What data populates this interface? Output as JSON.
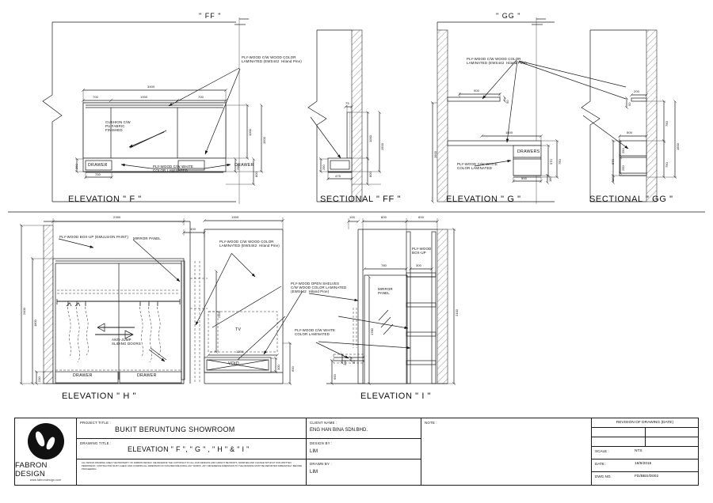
{
  "sheet": {
    "section_markers": {
      "ff": "\" FF \"",
      "gg": "\" GG \""
    },
    "view_titles": {
      "elev_f": "ELEVATION \" F \"",
      "sect_ff": "SECTIONAL \" FF \"",
      "elev_g": "ELEVATION \" G \"",
      "sect_gg": "SECTIONAL \" GG \"",
      "elev_h": "ELEVATION \" H \"",
      "elev_i": "ELEVATION \" I \""
    }
  },
  "annotations": {
    "plywood_wood_color": "PLY-WOOD C/W WOOD COLOR\nLAMINATED (EWS442  Hiland Pine)",
    "plywood_white": "PLY-WOOD C/W WHITE\nCOLOR LAMINATED",
    "cushion": "CUSHION C/W\nPU FABRIC\nFINISHED",
    "plywood_boxup_emulsion": "PLY-WOOD BOX-UP (EMULSION PAINT)",
    "mirror_panel_label": "MIRROR PANEL",
    "anti_jump": "ANTI-JUMP\nSLIDING DOORS",
    "open_shelves": "PLY-WOOD OPEN SHELVES\nC/W WOOD COLOR LAMINATED\n(EWS442  Hiland Pine)",
    "plywood_boxup": "PLY-WOOD\nBOX-UP"
  },
  "labels": {
    "drawer": "DRAWER",
    "drawers": "DRAWERS",
    "tv": "TV",
    "void": "VOID",
    "mirror_panel": "MIRROR\nPANEL"
  },
  "dimensions": {
    "elev_f": {
      "total_width": "3400",
      "left_bay": "700",
      "mid_bay": "1900",
      "right_bay": "700",
      "drawer_width": "750",
      "seat_height": "1000",
      "overall_height": "1500",
      "drawer_height": "290",
      "base_height": "800"
    },
    "sect_ff": {
      "panel_thickness": "75",
      "panel_height": "1000",
      "overall_height": "1500",
      "drawer_height": "290",
      "base_height": "800",
      "drawer_depth": "475"
    },
    "elev_g": {
      "shelf_width": "900",
      "shelf_thickness": "50",
      "counter_width": "1800",
      "wall_height": "1500",
      "drawers_height": "570",
      "counter_height": "750",
      "drawer_width": "500",
      "plinth": "180"
    },
    "sect_gg": {
      "shelf_depth": "200",
      "shelf_thickness": "50",
      "counter_height": "750",
      "drawer_depth": "500",
      "drawers_height": "570",
      "drawer_1": "250",
      "drawer_2": "250",
      "plinth": "180",
      "lower_height": "750",
      "overall_height": "1500"
    },
    "elev_h": {
      "wardrobe_width": "2390",
      "overall_height": "2400",
      "hanging_height": "1800",
      "drawer_height": "230",
      "gap": "400"
    },
    "elev_tv": {
      "tv_bay_width": "1900",
      "side_gap": "400",
      "bay_height": "2100",
      "tv_width": "1200",
      "void_height": "300",
      "base_height": "600"
    },
    "elev_i": {
      "d1": "100",
      "d2": "800",
      "d3": "600",
      "mirror_width": "780",
      "shelf_depth": "300",
      "mirror_height": "1780",
      "overall_height": "2100",
      "low_height": "300",
      "low_thickness": "50",
      "base_height": "600"
    }
  },
  "title_block": {
    "logo": {
      "name": "FABRON DESIGN",
      "url": "www.fabrondesign.com"
    },
    "project_title_key": "PROJECT TITLE :",
    "project_title_value": "BUKIT BERUNTUNG SHOWROOM",
    "drawing_title_key": "DRAWING TITLE :",
    "drawing_title_value": "ELEVATION  \" F \",  \" G \" , \" H \" & \" I \"",
    "disclaimer": "ALL DESIGN DRAWING AREA THE PROPERTY OF FABRON DESIGN. WE RESERVE THE COPYRIGHT TO ALL OUR\nDESIGNS AND CANNOT BE PRINTS, MODIFIED AND CHANGE WITHOUT OUR WRITTEN PERMISSION.\nCONTRACTOR MUST CHECK AND CONFIRM ALL DIMENSION ON SITE BEFORE DOING ANY WORKS.\nANY DIFFERENCE DIMENSION TO THE DRAWING MUST BE REPORTED IMMEDIATELY BEFORE PROCEEDING.",
    "client_name_key": "CLIENT NAME :",
    "client_name_value": "ENG HAN BINA SDN.BHD.",
    "design_by_key": "DESIGN BY :",
    "design_by_value": "LIM",
    "drawn_by_key": "DRAWN BY :",
    "drawn_by_value": "LIM",
    "note_key": "NOTE :",
    "revision_header": "REVISION OF DRAWING (DATE)",
    "scale_key": "SCALE :",
    "scale_value": "NTS",
    "date_key": "DATE :",
    "date_value": "18/9/2015",
    "dwg_no_key": "DWG NO.",
    "dwg_no_value": "FD/BBS/D002"
  }
}
